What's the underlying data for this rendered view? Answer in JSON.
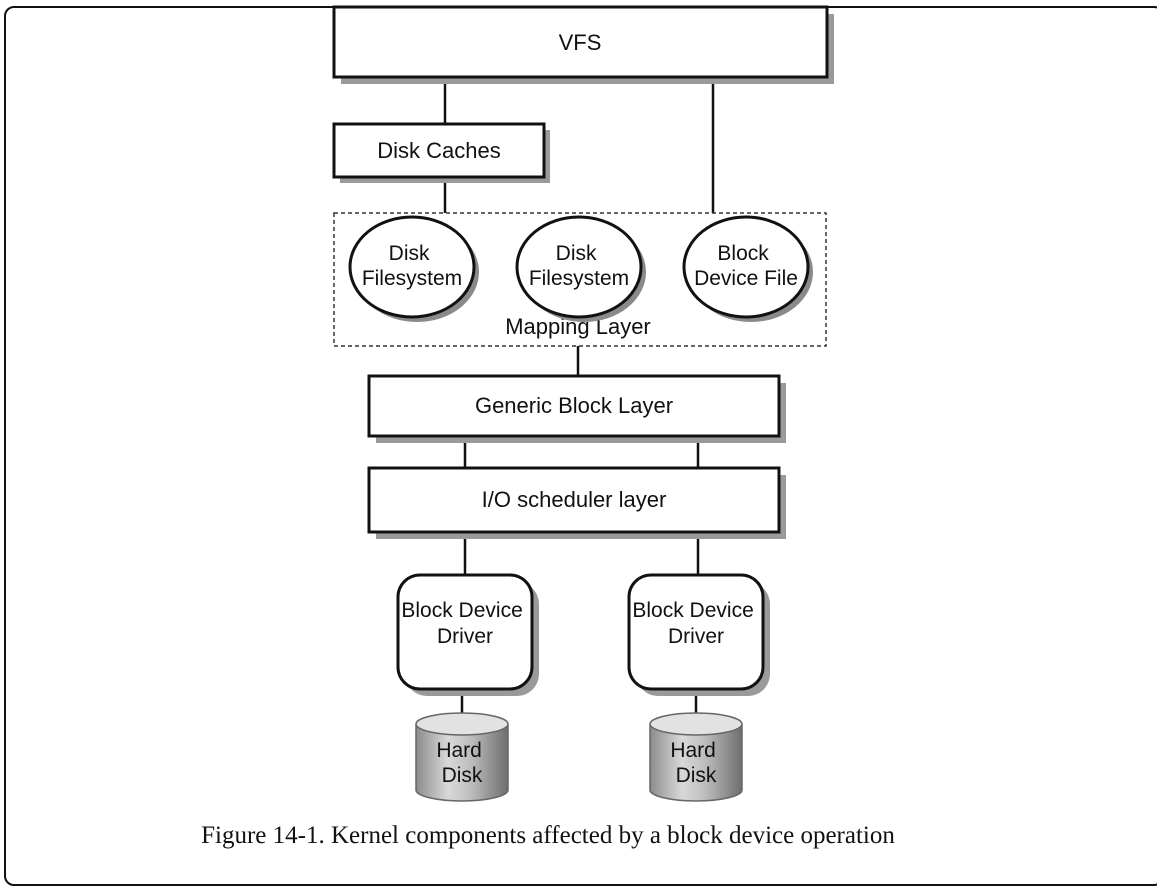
{
  "nodes": {
    "vfs": "VFS",
    "disk_caches": "Disk Caches",
    "disk_filesystem_1": [
      "Disk",
      "Filesystem"
    ],
    "disk_filesystem_2": [
      "Disk",
      "Filesystem"
    ],
    "block_device_file": [
      "Block",
      "Device File"
    ],
    "mapping_layer": "Mapping Layer",
    "generic_block_layer": "Generic Block Layer",
    "io_scheduler_layer": "I/O scheduler layer",
    "block_device_driver_1": [
      "Block Device",
      "Driver"
    ],
    "block_device_driver_2": [
      "Block Device",
      "Driver"
    ],
    "hard_disk_1": [
      "Hard",
      "Disk"
    ],
    "hard_disk_2": [
      "Hard",
      "Disk"
    ]
  },
  "caption": "Figure 14-1. Kernel components affected by a block device operation"
}
